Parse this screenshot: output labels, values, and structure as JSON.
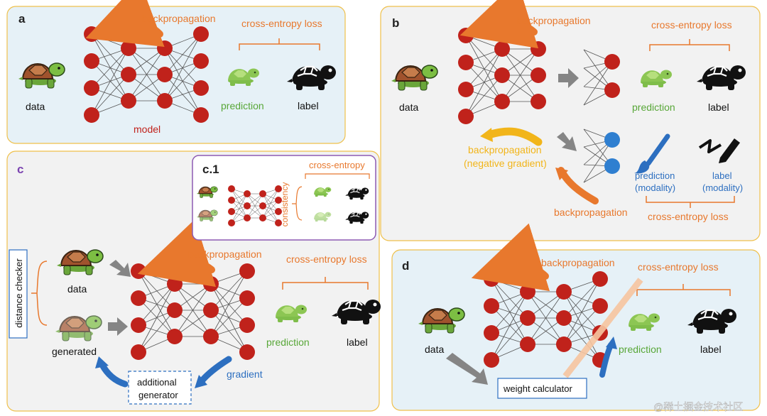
{
  "panel_a": {
    "tag": "a",
    "backprop": "backpropagation",
    "loss": "cross-entropy loss",
    "data": "data",
    "prediction": "prediction",
    "label": "label",
    "model": "model"
  },
  "panel_b": {
    "tag": "b",
    "backprop_top": "backpropagation",
    "loss_top": "cross-entropy loss",
    "data": "data",
    "prediction": "prediction",
    "label": "label",
    "neg_line1": "backpropagation",
    "neg_line2": "(negative gradient)",
    "pred_mod_line1": "prediction",
    "pred_mod_line2": "(modality)",
    "label_mod_line1": "label",
    "label_mod_line2": "(modality)",
    "backprop_bottom": "backpropagation",
    "loss_bottom": "cross-entropy loss"
  },
  "panel_c": {
    "tag": "c",
    "distance_checker": "distance checker",
    "data": "data",
    "generated": "generated",
    "backprop": "backpropagation",
    "loss": "cross-entropy loss",
    "prediction": "prediction",
    "label": "label",
    "gradient": "gradient",
    "gen_line1": "additional",
    "gen_line2": "generator"
  },
  "panel_c1": {
    "tag": "c.1",
    "cross_entropy": "cross-entropy",
    "consistency": "consistency"
  },
  "panel_d": {
    "tag": "d",
    "backprop": "backpropagation",
    "loss": "cross-entropy loss",
    "data": "data",
    "prediction": "prediction",
    "label": "label",
    "weight_calculator": "weight calculator"
  },
  "watermark": "@稀土掘金技术社区",
  "colors": {
    "neuron_red": "#c0221b",
    "neuron_blue": "#2f7fd0",
    "orange": "#e8782d",
    "yellow": "#f2b51a",
    "green_text": "#58a738",
    "dark_red_text": "#c0221b",
    "blue_text": "#2d6fc0",
    "panel_blue": "#e6f1f7",
    "panel_gray": "#f2f2f2",
    "panel_border": "#efc04b",
    "c1_border": "#8d5ab3",
    "gray_arrow": "#858585"
  },
  "icons": [
    "turtle-data-icon",
    "turtle-prediction-icon",
    "turtle-label-icon",
    "turtle-generated-icon",
    "pen-icon",
    "brush-icon"
  ]
}
